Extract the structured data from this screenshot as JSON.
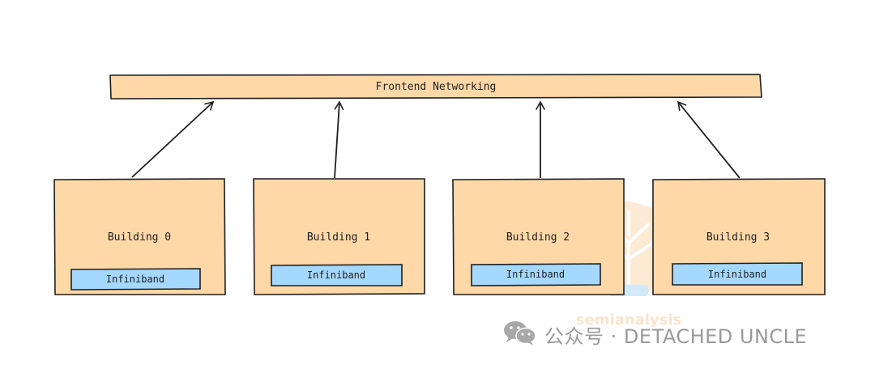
{
  "diagram": {
    "top_bar_label": "Frontend Networking",
    "buildings": [
      {
        "label": "Building 0",
        "sub_label": "Infiniband"
      },
      {
        "label": "Building 1",
        "sub_label": "Infiniband"
      },
      {
        "label": "Building 2",
        "sub_label": "Infiniband"
      },
      {
        "label": "Building 3",
        "sub_label": "Infiniband"
      }
    ]
  },
  "watermark": {
    "text": "公众号 · DETACHED UNCLE",
    "icon": "wechat-icon",
    "logo_text": "semianalysis"
  },
  "colors": {
    "box_fill": "#ffd8a8",
    "sub_fill": "#a5d8ff",
    "stroke": "#1e1e1e",
    "watermark": "#9a9a9a"
  }
}
